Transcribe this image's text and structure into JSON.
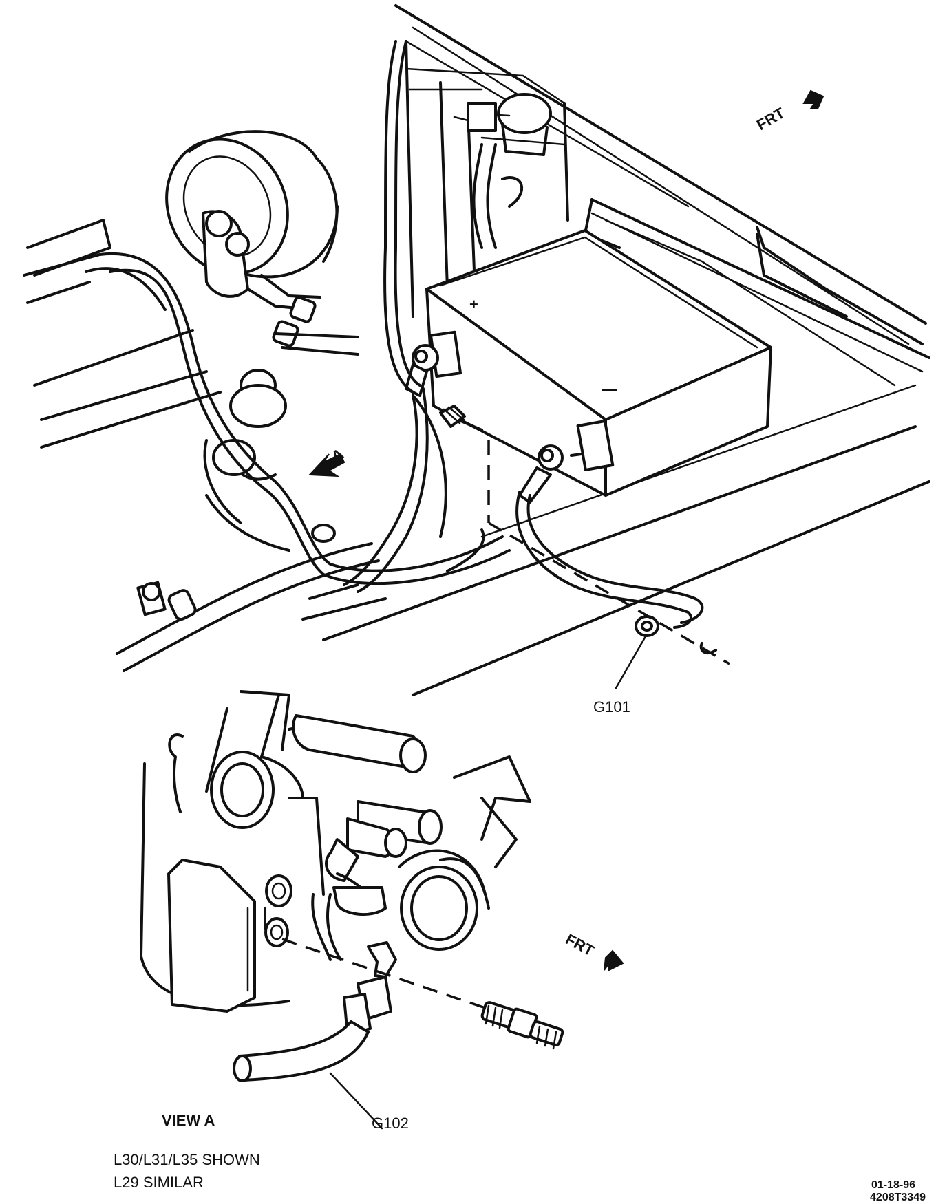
{
  "labels": {
    "frt_top": "FRT",
    "view_a_arrow": "A",
    "g101": "G101",
    "frt_bottom": "FRT",
    "g102": "G102",
    "view_title": "VIEW  A",
    "note_line1": "L30/L31/L35 SHOWN",
    "note_line2": "L29 SIMILAR",
    "date_code": "01-18-96",
    "figure_code": "4208T3349"
  },
  "battery_marks": {
    "positive": "+",
    "negative": "—"
  }
}
